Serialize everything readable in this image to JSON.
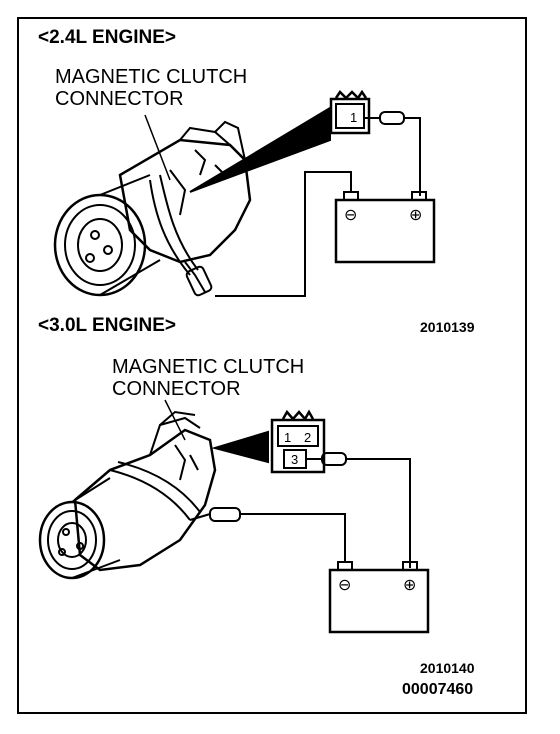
{
  "section_a": {
    "heading": "<2.4L ENGINE>",
    "label_line1": "MAGNETIC CLUTCH",
    "label_line2": "CONNECTOR",
    "figure_number": "2010139",
    "connector_pin": "1",
    "battery_negative": "⊖",
    "battery_positive": "⊕"
  },
  "section_b": {
    "heading": "<3.0L ENGINE>",
    "label_line1": "MAGNETIC CLUTCH",
    "label_line2": "CONNECTOR",
    "figure_number": "2010140",
    "connector_pins": [
      "1",
      "2",
      "3"
    ],
    "battery_negative": "⊖",
    "battery_positive": "⊕"
  },
  "document_number": "00007460"
}
